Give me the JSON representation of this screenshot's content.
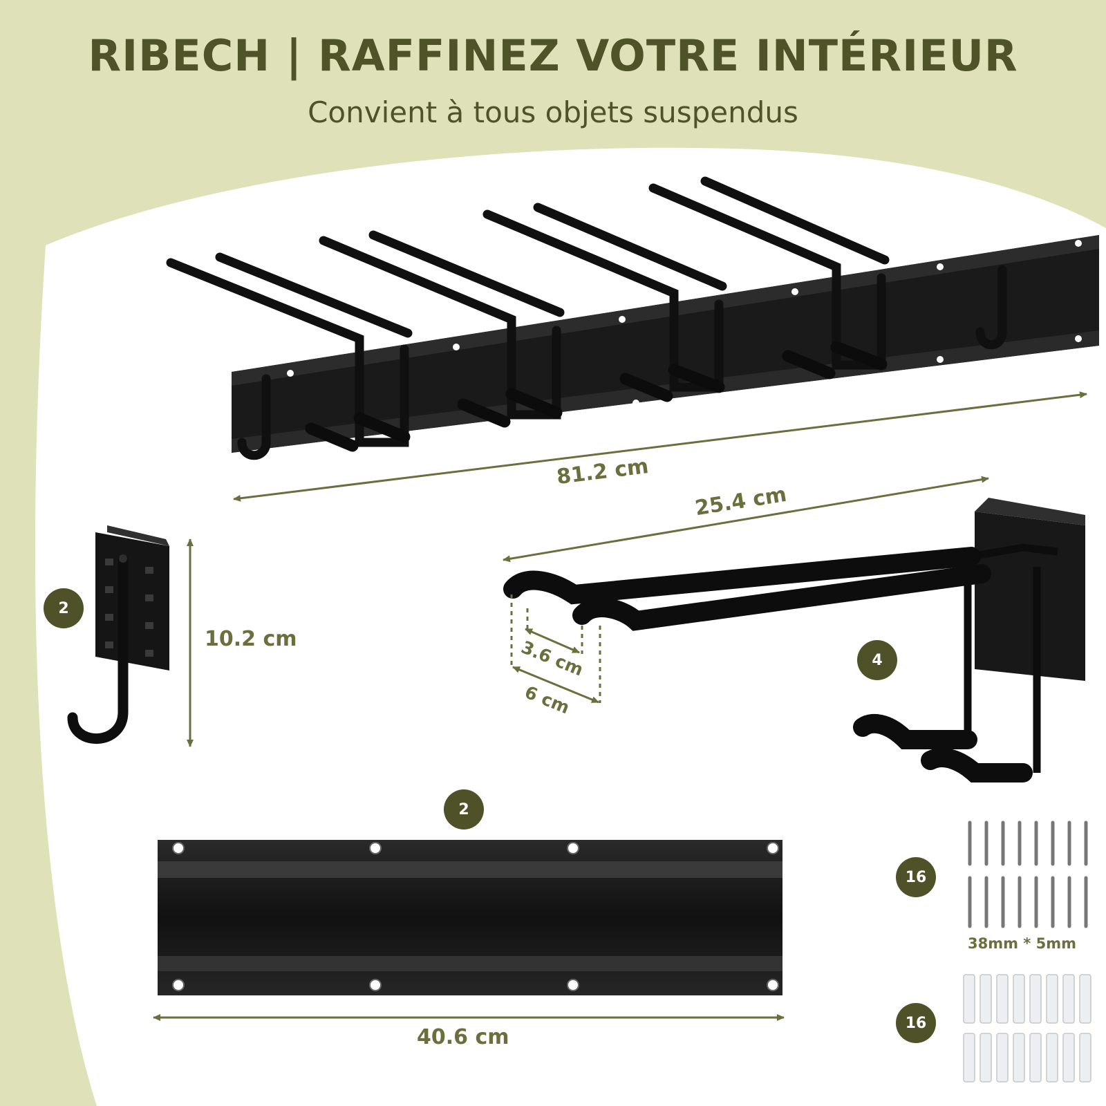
{
  "header": {
    "title": "RIBECH | RAFFINEZ VOTRE INTÉRIEUR",
    "subtitle": "Convient à tous objets suspendus"
  },
  "dimensions": {
    "rack_length": "81.2 cm",
    "hook_length": "25.4 cm",
    "hook_gap_inner": "3.6 cm",
    "hook_gap_outer": "6 cm",
    "small_hook_height": "10.2 cm",
    "rail_length": "40.6 cm"
  },
  "quantities": {
    "small_hook": "2",
    "double_hook": "4",
    "rail": "2",
    "screws": "16",
    "anchors": "16"
  },
  "screw_spec": "38mm * 5mm",
  "colors": {
    "band": "#dfe1b8",
    "card": "#ffffff",
    "olive_dark": "#4f5228",
    "olive_text": "#6b6e3d",
    "product": "#161616"
  }
}
